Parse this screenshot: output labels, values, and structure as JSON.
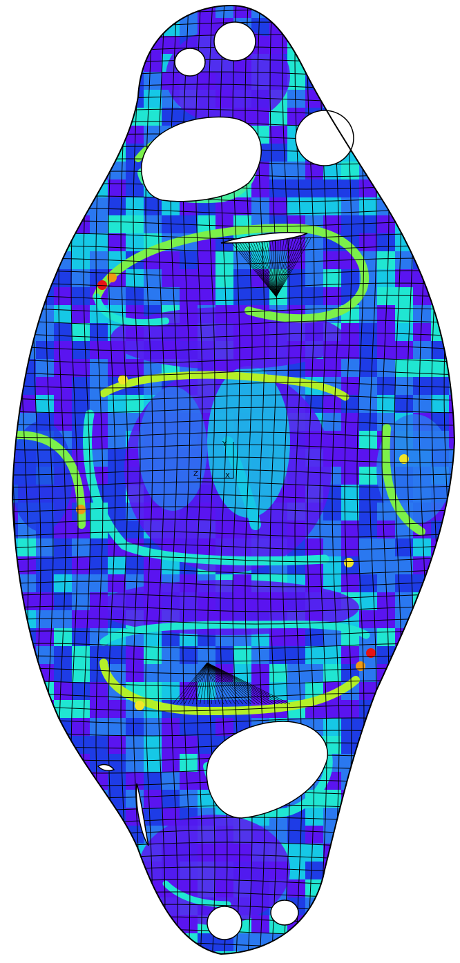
{
  "scene": {
    "background": "#ffffff",
    "mesh_line_color": "#000000",
    "contour_colors": [
      "#5a14f0",
      "#1e3ce6",
      "#2a78f0",
      "#16c8e6",
      "#20e6d2",
      "#46f0a0",
      "#7cf04a",
      "#b4f028",
      "#f0e628",
      "#f09a14",
      "#e61414"
    ],
    "holes": [
      "upper-small-hole-left",
      "upper-small-hole-right",
      "upper-large-hole",
      "upper-right-hole",
      "central-slit-upper",
      "lower-large-hole",
      "lower-small-hole-left",
      "lower-small-hole-right",
      "lower-left-slit"
    ]
  },
  "triad": {
    "axis_x_label": "X",
    "axis_y_label": "Y",
    "axis_z_label": "Z"
  }
}
